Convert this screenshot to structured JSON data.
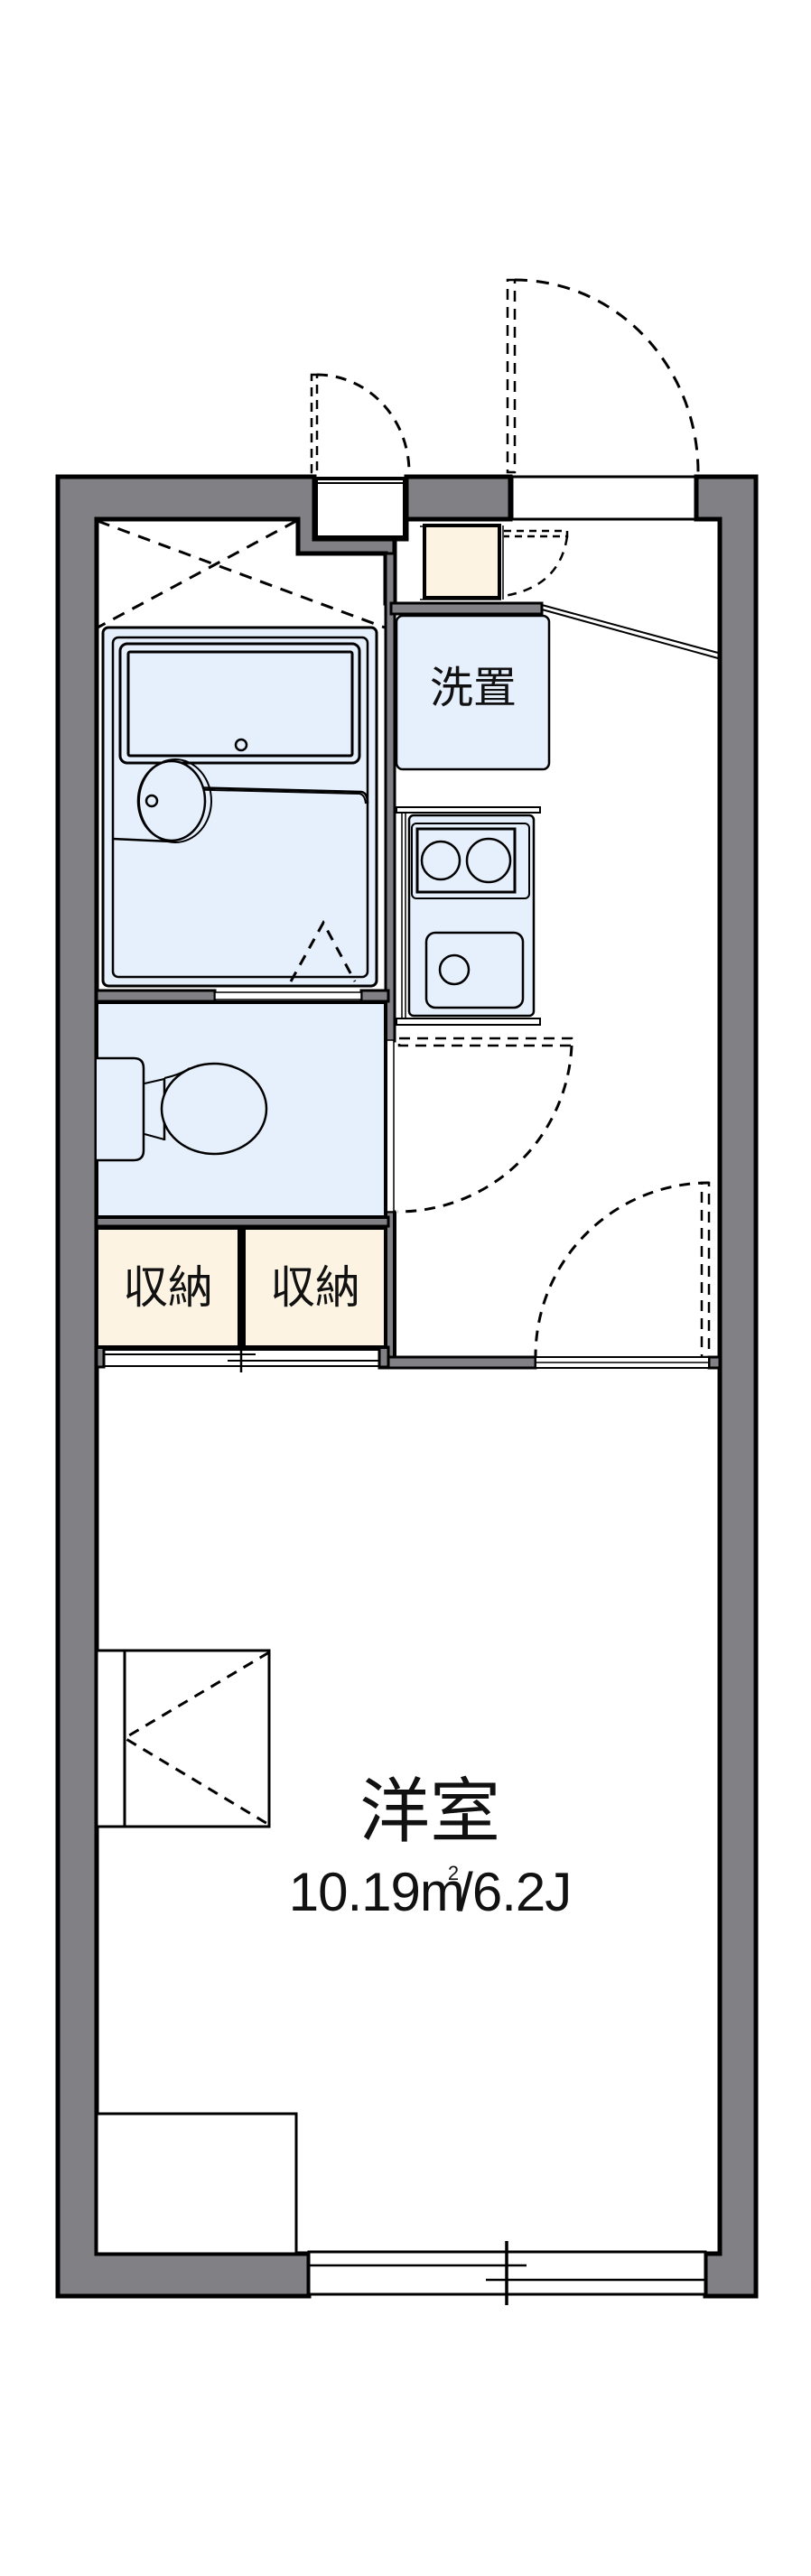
{
  "floorplan": {
    "rooms": {
      "western_room": {
        "name": "洋室",
        "area": "10.19m",
        "area_sup": "2",
        "area_suffix": "/6.2J"
      },
      "washer_space": {
        "name": "洗置"
      },
      "storage_1": {
        "name": "収納"
      },
      "storage_2": {
        "name": "収納"
      }
    },
    "fixtures": [
      "bathtub",
      "unit-bath",
      "toilet",
      "two-burner-stove",
      "kitchen-sink",
      "meter-box",
      "closet",
      "shoe-cabinet"
    ],
    "colors": {
      "wall": "#808085",
      "wet_area": "#e6effc",
      "storage": "#fdf3e3",
      "line": "#000000",
      "background": "#ffffff"
    }
  }
}
